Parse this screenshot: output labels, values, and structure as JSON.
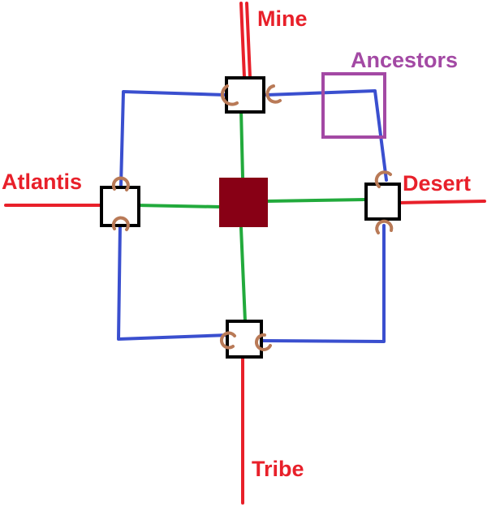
{
  "labels": {
    "mine": "Mine",
    "ancestors": "Ancestors",
    "atlantis": "Atlantis",
    "desert": "Desert",
    "tribe": "Tribe"
  },
  "colors": {
    "exit_line": "#e8202a",
    "loop_line": "#3a4fcf",
    "center_line": "#22aa3c",
    "node_border": "#000000",
    "center_square": "#880015",
    "connector": "#b97a57",
    "ancestors_box": "#a349a4",
    "exit_label": "#e8202a",
    "ancestors_label": "#a349a4"
  }
}
